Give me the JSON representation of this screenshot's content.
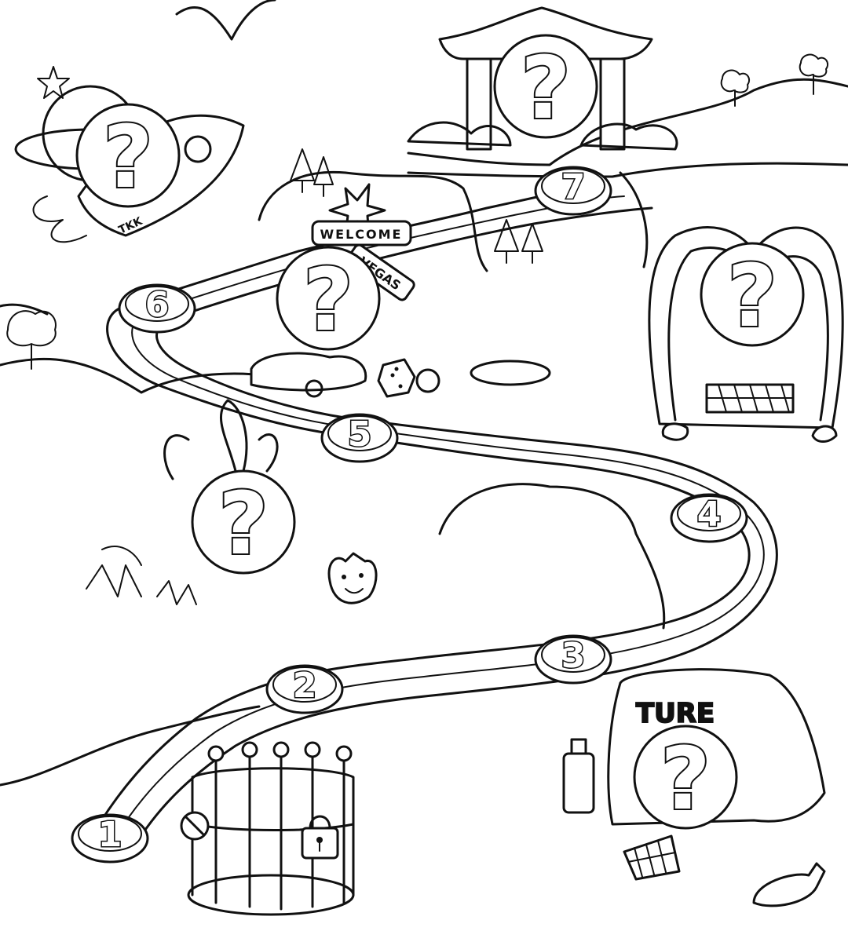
{
  "map": {
    "level_nodes": [
      {
        "label": "1"
      },
      {
        "label": "2"
      },
      {
        "label": "3"
      },
      {
        "label": "4"
      },
      {
        "label": "5"
      },
      {
        "label": "6"
      },
      {
        "label": "7"
      }
    ],
    "locked_marker": "?",
    "signs": {
      "welcome": "WELCOME",
      "vegas": "VEGAS",
      "rocket": "TKK",
      "wall": "TURE"
    },
    "icons": [
      "padlock-icon",
      "no-entry-icon",
      "star-icon",
      "dice-icon"
    ]
  }
}
